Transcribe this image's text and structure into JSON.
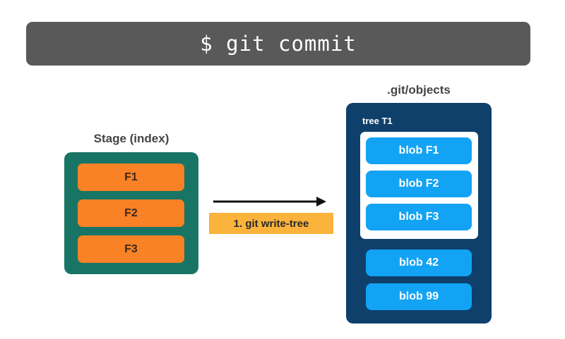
{
  "command": "$ git commit",
  "stage": {
    "title": "Stage (index)",
    "items": [
      "F1",
      "F2",
      "F3"
    ]
  },
  "step": {
    "label": "1. git write-tree"
  },
  "objects": {
    "title": ".git/objects",
    "tree": {
      "label": "tree T1",
      "blobs": [
        "blob F1",
        "blob F2",
        "blob F3"
      ]
    },
    "other_blobs": [
      "blob 42",
      "blob 99"
    ]
  },
  "colors": {
    "command_bar": "#595959",
    "stage_box": "#187565",
    "stage_item": "#f98126",
    "step_label": "#fbb33b",
    "objects_box": "#0e406b",
    "blob": "#13a3f4"
  }
}
